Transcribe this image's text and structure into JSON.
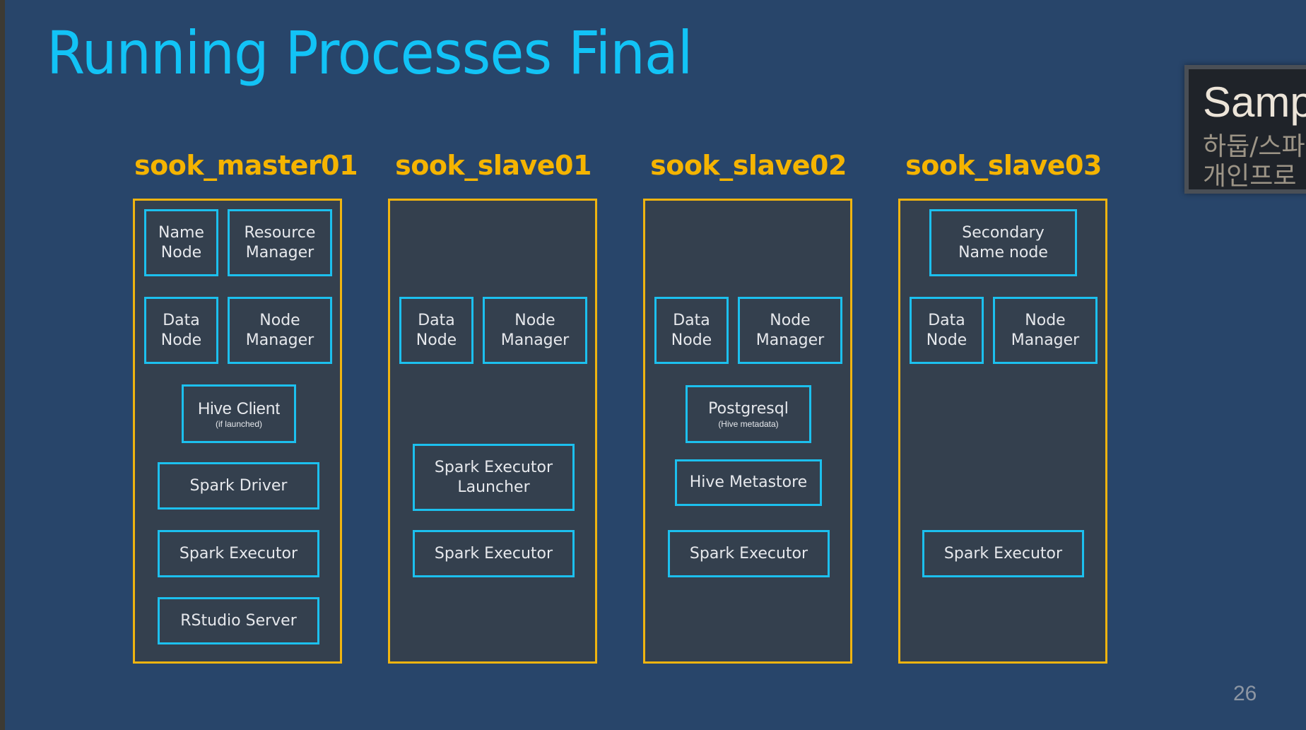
{
  "slide": {
    "title": "Running Processes Final",
    "page_number": "26",
    "colors": {
      "background": "#28456a",
      "title": "#12c3f6",
      "host_label": "#f5b400",
      "host_border": "#f0b410",
      "process_border": "#1cc0ee"
    }
  },
  "hosts": [
    {
      "name": "sook_master01",
      "processes": [
        {
          "label": [
            "Name",
            "Node"
          ]
        },
        {
          "label": [
            "Resource",
            "Manager"
          ]
        },
        {
          "label": [
            "Data",
            "Node"
          ]
        },
        {
          "label": [
            "Node",
            "Manager"
          ]
        },
        {
          "label": [
            "Hive Client"
          ],
          "sub": "(if launched)"
        },
        {
          "label": [
            "Spark Driver"
          ]
        },
        {
          "label": [
            "Spark Executor"
          ]
        },
        {
          "label": [
            "RStudio Server"
          ]
        }
      ]
    },
    {
      "name": "sook_slave01",
      "processes": [
        {
          "label": [
            "Data",
            "Node"
          ]
        },
        {
          "label": [
            "Node",
            "Manager"
          ]
        },
        {
          "label": [
            "Spark Executor",
            "Launcher"
          ]
        },
        {
          "label": [
            "Spark Executor"
          ]
        }
      ]
    },
    {
      "name": "sook_slave02",
      "processes": [
        {
          "label": [
            "Data",
            "Node"
          ]
        },
        {
          "label": [
            "Node",
            "Manager"
          ]
        },
        {
          "label": [
            "Postgresql"
          ],
          "sub": "(Hive metadata)"
        },
        {
          "label": [
            "Hive Metastore"
          ]
        },
        {
          "label": [
            "Spark Executor"
          ]
        }
      ]
    },
    {
      "name": "sook_slave03",
      "processes": [
        {
          "label": [
            "Secondary",
            "Name node"
          ]
        },
        {
          "label": [
            "Data",
            "Node"
          ]
        },
        {
          "label": [
            "Node",
            "Manager"
          ]
        },
        {
          "label": [
            "Spark Executor"
          ]
        }
      ]
    }
  ],
  "overlay": {
    "title": "Samp",
    "lines": [
      "하둡/스파",
      "개인프로"
    ]
  }
}
